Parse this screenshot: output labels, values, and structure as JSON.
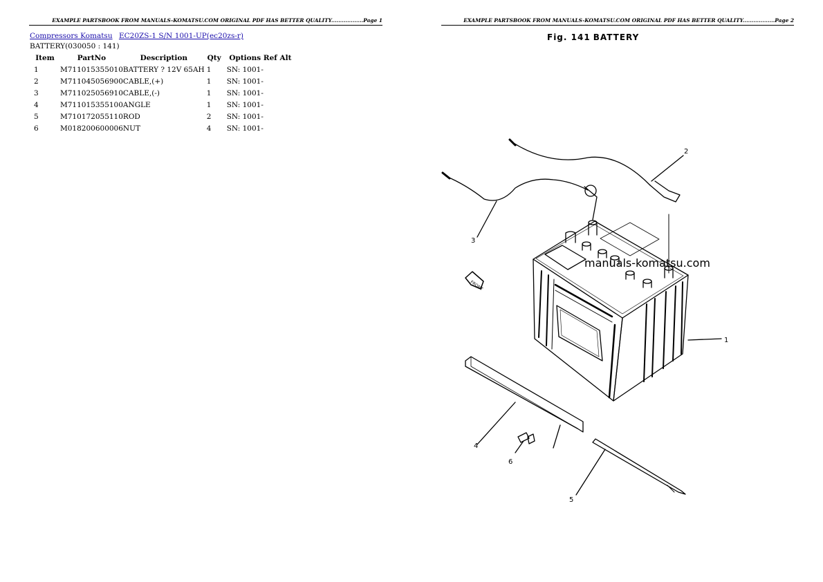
{
  "page1": {
    "header": "EXAMPLE PARTSBOOK FROM MANUALS-KOMATSU.COM ORIGINAL PDF HAS BETTER QUALITY..................Page 1",
    "breadcrumb": [
      "Compressors Komatsu",
      "EC20ZS-1 S/N 1001-UP(ec20zs-r)"
    ],
    "section": "BATTERY(030050 : 141)",
    "columns": [
      "Item",
      "PartNo",
      "Description",
      "Qty",
      "Options",
      "Ref Alt"
    ],
    "rows": [
      {
        "item": "1",
        "partno": "M711015355010",
        "description": "BATTERY ? 12V 65AH",
        "qty": "1",
        "options": "SN: 1001-",
        "ref": ""
      },
      {
        "item": "2",
        "partno": "M711045056900",
        "description": "CABLE,(+)",
        "qty": "1",
        "options": "SN: 1001-",
        "ref": ""
      },
      {
        "item": "3",
        "partno": "M711025056910",
        "description": "CABLE,(-)",
        "qty": "1",
        "options": "SN: 1001-",
        "ref": ""
      },
      {
        "item": "4",
        "partno": "M711015355100",
        "description": "ANGLE",
        "qty": "1",
        "options": "SN: 1001-",
        "ref": ""
      },
      {
        "item": "5",
        "partno": "M710172055110",
        "description": "ROD",
        "qty": "2",
        "options": "SN: 1001-",
        "ref": ""
      },
      {
        "item": "6",
        "partno": "M018200600006",
        "description": "NUT",
        "qty": "4",
        "options": "SN: 1001-",
        "ref": ""
      }
    ]
  },
  "page2": {
    "header": "EXAMPLE PARTSBOOK FROM MANUALS-KOMATSU.COM ORIGINAL PDF HAS BETTER QUALITY..................Page 2",
    "figure_title": "Fig. 141",
    "figure_name": "BATTERY",
    "watermark": "manuals-komatsu.com",
    "callouts": [
      "1",
      "2",
      "3",
      "4",
      "5",
      "6"
    ],
    "front_label": "FRONT"
  }
}
